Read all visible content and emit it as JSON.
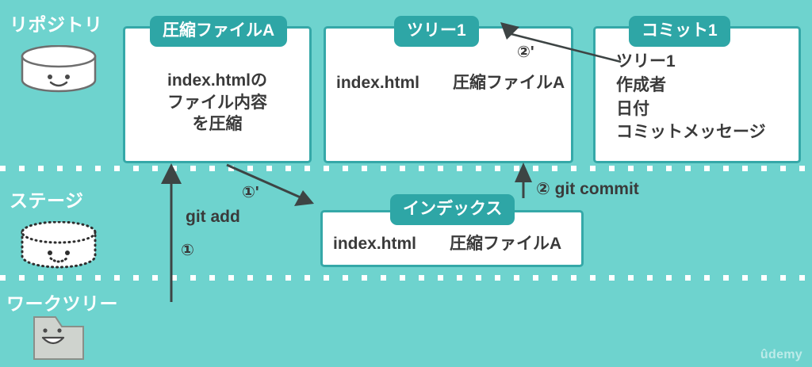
{
  "diagram": {
    "title_watermark": "ûdemy",
    "background_color": "#6ED3CE",
    "card_border_color": "#35A8A8",
    "tab_color": "#2EA6A6",
    "text_color": "#3A3A3A"
  },
  "lanes": [
    {
      "label": "リポジトリ",
      "icon": "repository-cylinder-icon"
    },
    {
      "label": "ステージ",
      "icon": "stage-dashed-cylinder-icon"
    },
    {
      "label": "ワークツリー",
      "icon": "worktree-folder-icon"
    }
  ],
  "cards": [
    {
      "tab": "圧縮ファイルA",
      "body": "index.htmlの\nファイル内容\nを圧縮"
    },
    {
      "tab": "ツリー1",
      "body": "index.html　　圧縮ファイルA"
    },
    {
      "tab": "コミット1",
      "body": "ツリー1\n作成者\n日付\nコミットメッセージ"
    },
    {
      "tab": "インデックス",
      "body": "index.html　　圧縮ファイルA"
    }
  ],
  "annotations": {
    "git_add": "git add",
    "step_1": "①",
    "step_1_prime": "①'",
    "git_commit": "② git commit",
    "step_2_prime": "②'"
  }
}
